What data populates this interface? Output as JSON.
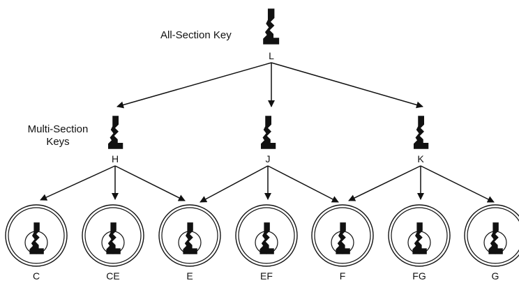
{
  "captions": {
    "all_section": "All-Section Key",
    "multi_section_line1": "Multi-Section",
    "multi_section_line2": "Keys"
  },
  "top_key": {
    "label": "L"
  },
  "multi_keys": [
    {
      "label": "H"
    },
    {
      "label": "J"
    },
    {
      "label": "K"
    }
  ],
  "cylinders": [
    {
      "label": "C"
    },
    {
      "label": "CE"
    },
    {
      "label": "E"
    },
    {
      "label": "EF"
    },
    {
      "label": "F"
    },
    {
      "label": "FG"
    },
    {
      "label": "G"
    }
  ],
  "colors": {
    "ink": "#111111",
    "background": "#ffffff"
  }
}
